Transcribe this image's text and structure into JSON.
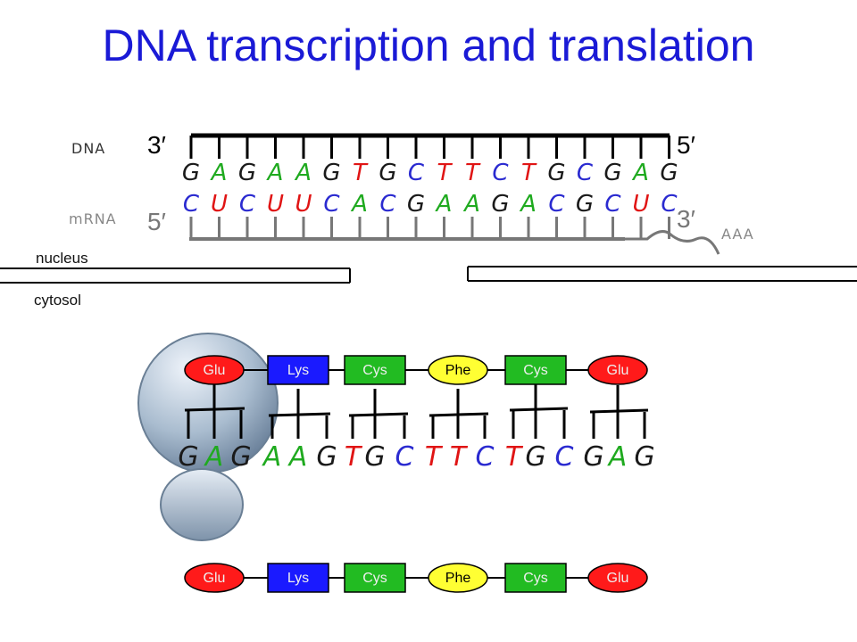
{
  "title": "DNA transcription and translation",
  "labels": {
    "dna": "DNA",
    "mrna": "mRNA",
    "dna_left_end": "3′",
    "dna_right_end": "5′",
    "mrna_left_end": "5′",
    "mrna_right_end": "3′",
    "poly_a_tail": "AAA",
    "nucleus": "nucleus",
    "cytosol": "cytosol"
  },
  "colors": {
    "title": "#1a1ad6",
    "base_G": "#1a1a1a",
    "base_A": "#1faa1f",
    "base_T": "#e01414",
    "base_C": "#2a2ad0",
    "base_U": "#e01414",
    "Glu": "#ff1a1a",
    "Lys": "#1a1aff",
    "Cys": "#22bb22",
    "Phe": "#ffff33",
    "strand": "#000000",
    "mrna_strand": "#777777"
  },
  "dna_strand": [
    "G",
    "A",
    "G",
    "A",
    "A",
    "G",
    "T",
    "G",
    "C",
    "T",
    "T",
    "C",
    "T",
    "G",
    "C",
    "G",
    "A",
    "G"
  ],
  "mrna_strand": [
    "C",
    "U",
    "C",
    "U",
    "U",
    "C",
    "A",
    "C",
    "G",
    "A",
    "A",
    "G",
    "A",
    "C",
    "G",
    "C",
    "U",
    "C"
  ],
  "ribosome_codons": [
    [
      "G",
      "A",
      "G"
    ],
    [
      "A",
      "A",
      "G"
    ],
    [
      "T",
      "G",
      "C"
    ],
    [
      "T",
      "T",
      "C"
    ],
    [
      "T",
      "G",
      "C"
    ],
    [
      "G",
      "A",
      "G"
    ]
  ],
  "peptide": [
    "Glu",
    "Lys",
    "Cys",
    "Phe",
    "Cys",
    "Glu"
  ],
  "peptide_final": [
    "Glu",
    "Lys",
    "Cys",
    "Phe",
    "Cys",
    "Glu"
  ]
}
